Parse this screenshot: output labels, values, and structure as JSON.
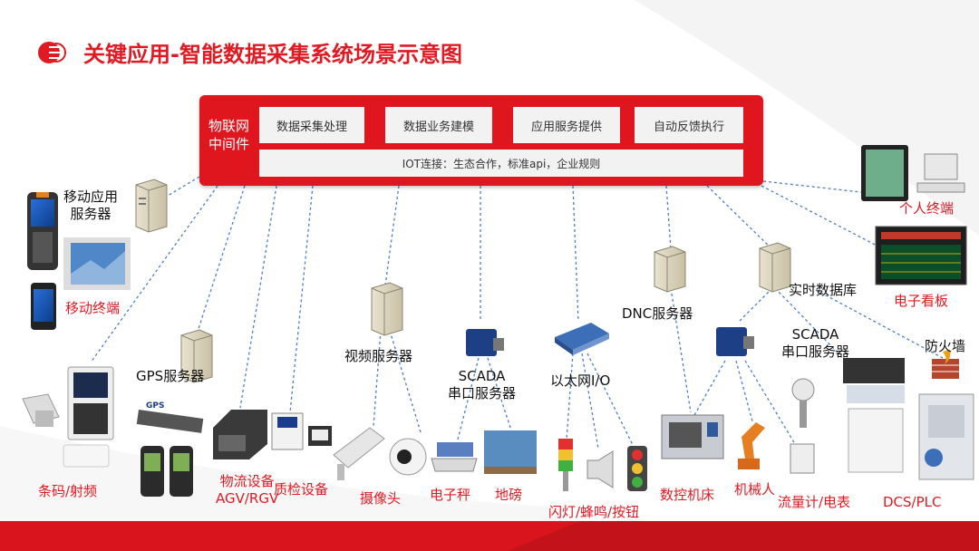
{
  "title": "关键应用-智能数据采集系统场景示意图",
  "colors": {
    "brand_red": "#e01a22",
    "line_blue": "#4a7ecb",
    "panel_gray": "#f2f2f2"
  },
  "middleware": {
    "label_line1": "物联网",
    "label_line2": "中间件",
    "items": [
      "数据采集处理",
      "数据业务建模",
      "应用服务提供",
      "自动反馈执行"
    ],
    "iot": "IOT连接：生态合作，标准api，企业规则"
  },
  "nodes": {
    "mobile_server_l1": "移动应用",
    "mobile_server_l2": "服务器",
    "mobile_terminal": "移动终端",
    "barcode": "条码/射频",
    "gps_server": "GPS服务器",
    "logistics_l1": "物流设备",
    "logistics_l2": "AGV/RGV",
    "inspection": "质检设备",
    "video_server": "视频服务器",
    "camera": "摄像头",
    "scale": "电子秤",
    "weighbridge": "地磅",
    "scada1_l1": "SCADA",
    "scada1_l2": "串口服务器",
    "ethernet_io": "以太网I/O",
    "flash": "闪灯/蜂鸣/按钮",
    "dnc_server": "DNC服务器",
    "cnc": "数控机床",
    "robot": "机械人",
    "realtime_db": "实时数据库",
    "scada2_l1": "SCADA",
    "scada2_l2": "串口服务器",
    "flowmeter": "流量计/电表",
    "firewall": "防火墙",
    "dcs": "DCS/PLC",
    "personal": "个人终端",
    "board": "电子看板"
  },
  "icon_texts": {
    "gps_chip": "GPS"
  }
}
